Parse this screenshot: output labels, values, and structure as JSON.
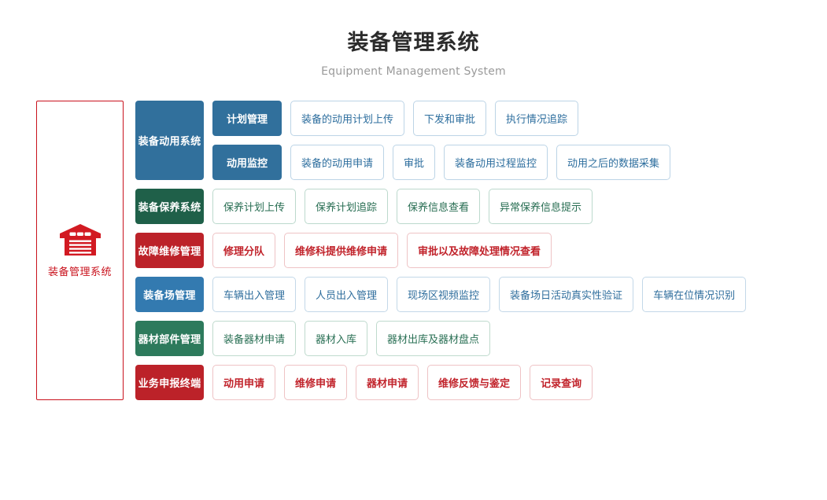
{
  "header": {
    "title": "装备管理系统",
    "subtitle": "Equipment Management System"
  },
  "root": {
    "label": "装备管理系统",
    "icon": "warehouse-icon",
    "color": "#c9121d"
  },
  "colors": {
    "blue": "#31709c",
    "blue_light": "#337ab0",
    "green_dark": "#1f6049",
    "green_mid": "#2d7a5c",
    "red": "#bc2229"
  },
  "diagram": {
    "bands": [
      {
        "category": "装备动用系统",
        "theme": "blue",
        "subrows": [
          {
            "sub": "计划管理",
            "leaves": [
              "装备的动用计划上传",
              "下发和审批",
              "执行情况追踪"
            ]
          },
          {
            "sub": "动用监控",
            "leaves": [
              "装备的动用申请",
              "审批",
              "装备动用过程监控",
              "动用之后的数据采集"
            ]
          }
        ]
      },
      {
        "category": "装备保养系统",
        "theme": "green",
        "subrows": [
          {
            "sub": null,
            "leaves": [
              "保养计划上传",
              "保养计划追踪",
              "保养信息查看",
              "异常保养信息提示"
            ]
          }
        ]
      },
      {
        "category": "故障维修管理",
        "theme": "red",
        "subrows": [
          {
            "sub": null,
            "leaves": [
              "修理分队",
              "维修科提供维修申请",
              "审批以及故障处理情况查看"
            ]
          }
        ]
      },
      {
        "category": "装备场管理",
        "theme": "bluelight",
        "subrows": [
          {
            "sub": null,
            "leaves": [
              "车辆出入管理",
              "人员出入管理",
              "现场区视频监控",
              "装备场日活动真实性验证",
              "车辆在位情况识别"
            ]
          }
        ]
      },
      {
        "category": "器材部件管理",
        "theme": "greenmid",
        "subrows": [
          {
            "sub": null,
            "leaves": [
              "装备器材申请",
              "器材入库",
              "器材出库及器材盘点"
            ]
          }
        ]
      },
      {
        "category": "业务申报终端",
        "theme": "red",
        "subrows": [
          {
            "sub": null,
            "leaves": [
              "动用申请",
              "维修申请",
              "器材申请",
              "维修反馈与鉴定",
              "记录查询"
            ]
          }
        ]
      }
    ]
  }
}
